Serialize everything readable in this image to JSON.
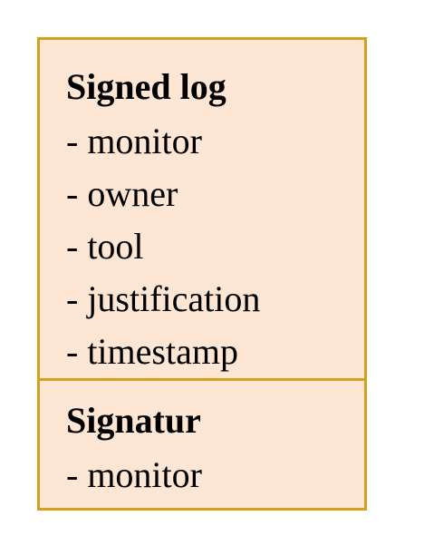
{
  "box": {
    "fill_color": "#fde6d4",
    "border_color": "#d4a020",
    "sections": [
      {
        "title": "Signed log",
        "items": [
          "- monitor",
          "- owner",
          "- tool",
          "- justification",
          "- timestamp"
        ]
      },
      {
        "title": "Signatur",
        "items": [
          "- monitor"
        ]
      }
    ]
  }
}
